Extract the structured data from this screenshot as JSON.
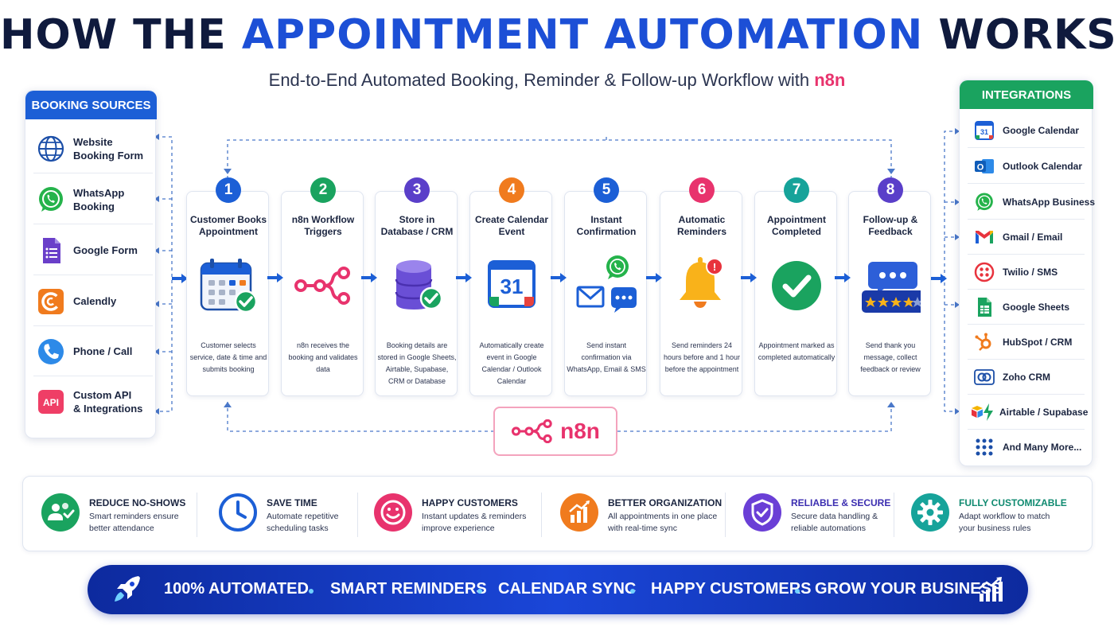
{
  "header": {
    "title_part1": "HOW THE ",
    "title_highlight": "APPOINTMENT AUTOMATION",
    "title_part2": " WORKS",
    "subtitle_text": "End-to-End Automated Booking, Reminder & Follow-up Workflow with ",
    "subtitle_brand": "n8n"
  },
  "booking_sources": {
    "heading": "BOOKING SOURCES",
    "items": [
      {
        "line1": "Website",
        "line2": "Booking Form",
        "icon": "globe-icon"
      },
      {
        "line1": "WhatsApp",
        "line2": "Booking",
        "icon": "whatsapp-icon"
      },
      {
        "line1": "Google Form",
        "line2": "",
        "icon": "google-form-icon"
      },
      {
        "line1": "Calendly",
        "line2": "",
        "icon": "calendly-icon"
      },
      {
        "line1": "Phone / Call",
        "line2": "",
        "icon": "phone-icon"
      },
      {
        "line1": "Custom API",
        "line2": "& Integrations",
        "icon": "api-icon",
        "icon_text": "API"
      }
    ]
  },
  "steps": [
    {
      "num": "1",
      "title": "Customer Books Appointment",
      "desc": "Customer selects service, date & time and submits booking",
      "color": "#1c5fd6",
      "icon": "calendar-check-icon"
    },
    {
      "num": "2",
      "title": "n8n Workflow Triggers",
      "desc": "n8n receives the booking and validates data",
      "color": "#1aa35f",
      "icon": "n8n-icon"
    },
    {
      "num": "3",
      "title": "Store in Database / CRM",
      "desc": "Booking details are stored in Google Sheets, Airtable, Supabase, CRM or Database",
      "color": "#5a3fc9",
      "icon": "database-icon"
    },
    {
      "num": "4",
      "title": "Create Calendar Event",
      "desc": "Automatically create event in Google Calendar / Outlook Calendar",
      "color": "#f07b1e",
      "icon": "google-calendar-icon",
      "icon_text": "31"
    },
    {
      "num": "5",
      "title": "Instant Confirmation",
      "desc": "Send instant confirmation via WhatsApp, Email & SMS",
      "color": "#1c5fd6",
      "icon": "confirmation-icon"
    },
    {
      "num": "6",
      "title": "Automatic Reminders",
      "desc": "Send reminders 24 hours before and 1 hour before the appointment",
      "color": "#e8336d",
      "icon": "bell-icon",
      "icon_text": "!"
    },
    {
      "num": "7",
      "title": "Appointment Completed",
      "desc": "Appointment marked as completed automatically",
      "color": "#16a39a",
      "icon": "check-circle-icon"
    },
    {
      "num": "8",
      "title": "Follow-up & Feedback",
      "desc": "Send thank you message, collect feedback or review",
      "color": "#5a3fc9",
      "icon": "feedback-icon"
    }
  ],
  "hub": {
    "label": "n8n"
  },
  "integrations": {
    "heading": "INTEGRATIONS",
    "items": [
      {
        "label": "Google Calendar",
        "icon": "google-calendar-icon",
        "icon_text": "31"
      },
      {
        "label": "Outlook Calendar",
        "icon": "outlook-icon",
        "icon_text": "O"
      },
      {
        "label": "WhatsApp Business",
        "icon": "whatsapp-icon"
      },
      {
        "label": "Gmail / Email",
        "icon": "gmail-icon"
      },
      {
        "label": "Twilio / SMS",
        "icon": "twilio-icon"
      },
      {
        "label": "Google Sheets",
        "icon": "google-sheets-icon"
      },
      {
        "label": "HubSpot / CRM",
        "icon": "hubspot-icon"
      },
      {
        "label": "Zoho CRM",
        "icon": "zoho-icon"
      },
      {
        "label": "Airtable / Supabase",
        "icon": "airtable-supabase-icon"
      },
      {
        "label": "And Many More...",
        "icon": "grid-dots-icon"
      }
    ]
  },
  "benefits": [
    {
      "title": "REDUCE NO-SHOWS",
      "line1": "Smart reminders ensure",
      "line2": "better attendance",
      "color": "#1aa35f",
      "title_color": "#1b2540",
      "icon": "users-check-icon"
    },
    {
      "title": "SAVE TIME",
      "line1": "Automate repetitive",
      "line2": "scheduling tasks",
      "color": "#1c5fd6",
      "title_color": "#1b2540",
      "icon": "clock-icon"
    },
    {
      "title": "HAPPY CUSTOMERS",
      "line1": "Instant updates & reminders",
      "line2": "improve experience",
      "color": "#e8336d",
      "title_color": "#1b2540",
      "icon": "smile-icon"
    },
    {
      "title": "BETTER ORGANIZATION",
      "line1": "All appointments in one place",
      "line2": "with real-time sync",
      "color": "#f07b1e",
      "title_color": "#1b2540",
      "icon": "chart-icon"
    },
    {
      "title": "RELIABLE & SECURE",
      "line1": "Secure data handling &",
      "line2": "reliable automations",
      "color": "#5a3fc9",
      "title_color": "#3b2db0",
      "icon": "shield-icon"
    },
    {
      "title": "FULLY CUSTOMIZABLE",
      "line1": "Adapt workflow to match",
      "line2": "your business rules",
      "color": "#16a39a",
      "title_color": "#0f8a70",
      "icon": "gear-icon"
    }
  ],
  "banner": {
    "items": [
      "100% AUTOMATED",
      "SMART REMINDERS",
      "CALENDAR SYNC",
      "HAPPY CUSTOMERS",
      "GROW YOUR BUSINESS"
    ],
    "left_icon": "rocket-icon",
    "right_icon": "growth-chart-icon"
  }
}
